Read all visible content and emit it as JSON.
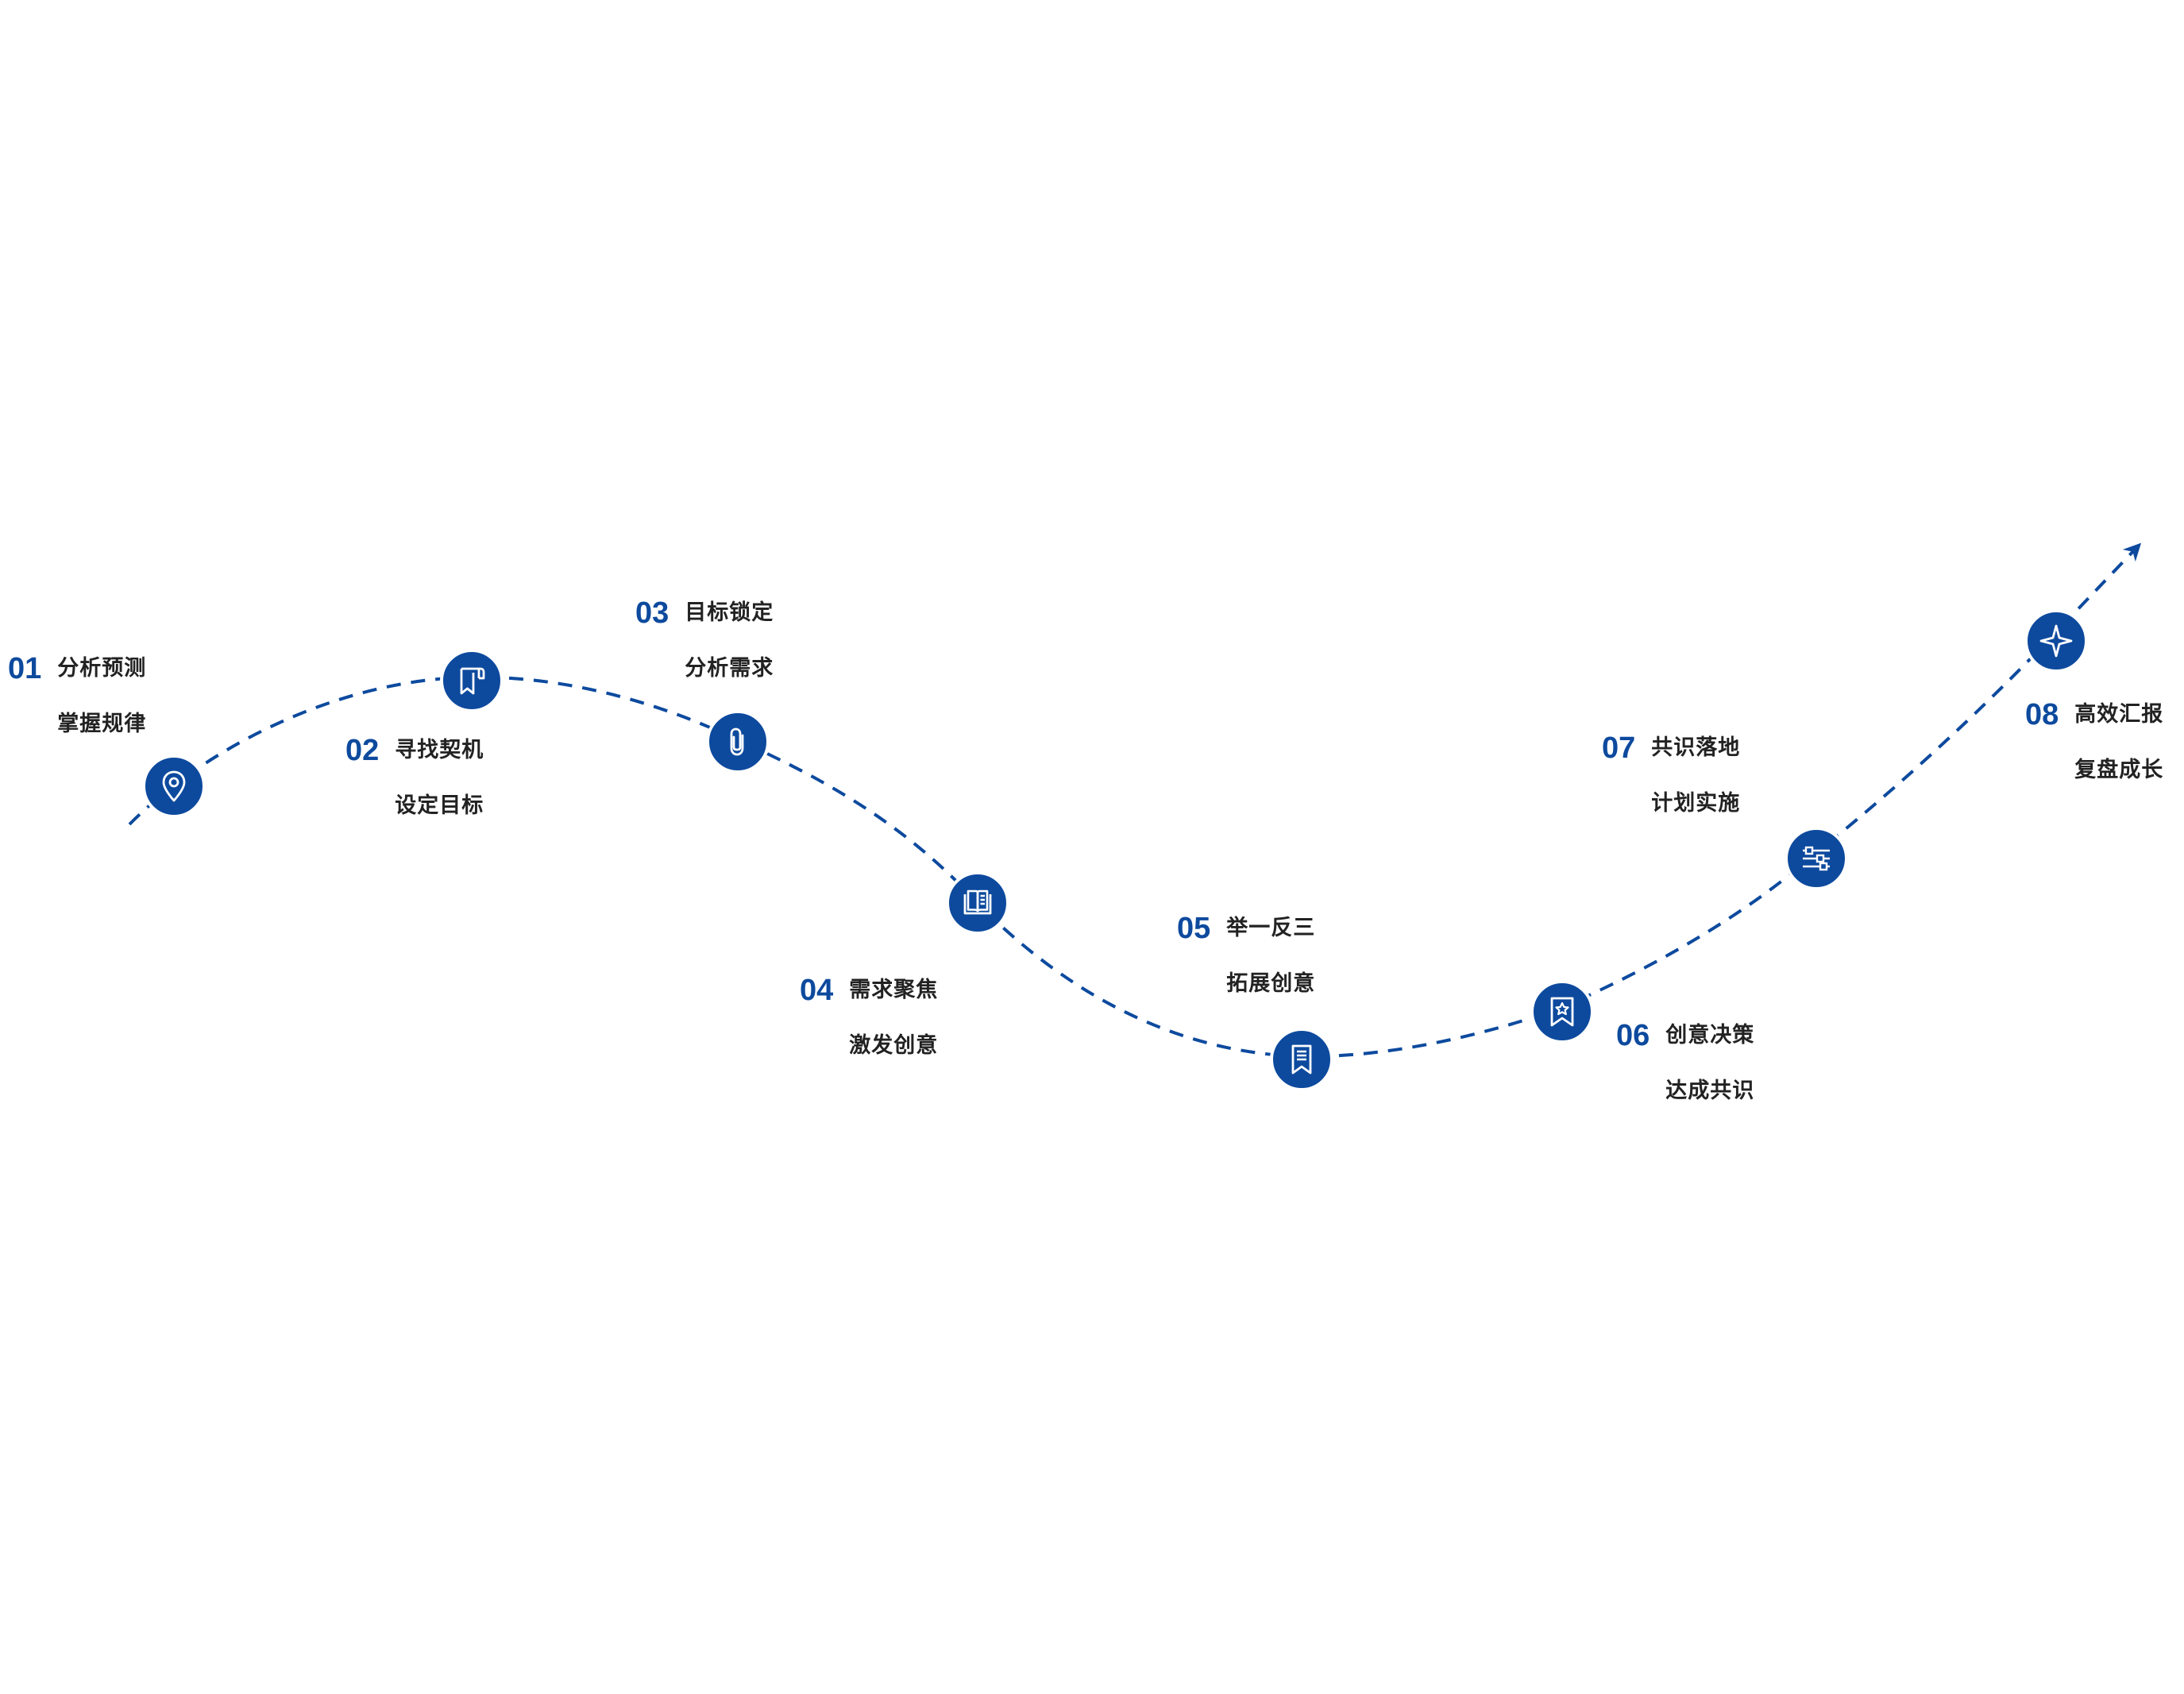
{
  "colors": {
    "accent": "#0d4a9e",
    "text": "#222222",
    "background": "#ffffff"
  },
  "steps": [
    {
      "number": "01",
      "line1": "分析预测",
      "line2": "掌握规律",
      "icon": "location-pin-icon"
    },
    {
      "number": "02",
      "line1": "寻找契机",
      "line2": "设定目标",
      "icon": "document-bookmark-icon"
    },
    {
      "number": "03",
      "line1": "目标锁定",
      "line2": "分析需求",
      "icon": "paperclip-icon"
    },
    {
      "number": "04",
      "line1": "需求聚焦",
      "line2": "激发创意",
      "icon": "book-icon"
    },
    {
      "number": "05",
      "line1": "举一反三",
      "line2": "拓展创意",
      "icon": "receipt-bookmark-icon"
    },
    {
      "number": "06",
      "line1": "创意决策",
      "line2": "达成共识",
      "icon": "bookmark-star-icon"
    },
    {
      "number": "07",
      "line1": "共识落地",
      "line2": "计划实施",
      "icon": "sliders-icon"
    },
    {
      "number": "08",
      "line1": "高效汇报",
      "line2": "复盘成长",
      "icon": "compass-star-icon"
    }
  ]
}
